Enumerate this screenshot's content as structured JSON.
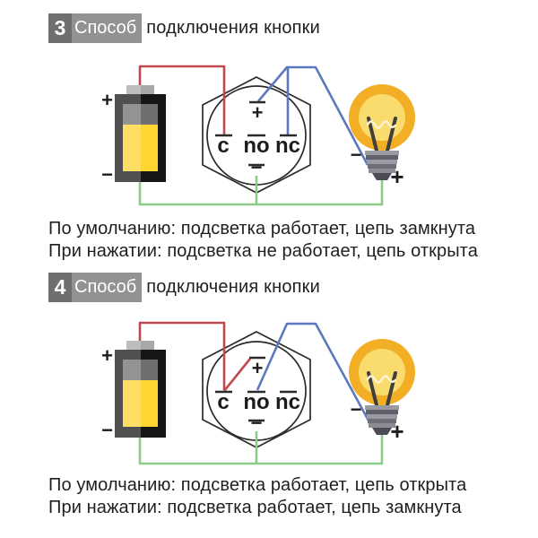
{
  "colors": {
    "wire_red": "#c2484f",
    "wire_green": "#8ecb8b",
    "wire_blue": "#5d78bf",
    "bulb_outer": "#f2ae24",
    "bulb_inner": "#fadc6e",
    "battery_yellow": "#ffd52f",
    "badge_number_bg": "#6f6f6f",
    "badge_word_bg": "#929292",
    "text": "#1f1f1f"
  },
  "method3": {
    "badge_number": "3",
    "badge_word": "Способ",
    "title_rest": "подключения кнопки",
    "captions": {
      "line1": "По умолчанию: подсветка работает, цепь замкнута",
      "line2": "При нажатии: подсветка не работает, цепь открыта"
    },
    "battery": {
      "plus": "+",
      "minus": "−"
    },
    "button": {
      "c": "c",
      "no": "no",
      "nc": "nc",
      "plus": "+",
      "minus": "−"
    },
    "bulb": {
      "minus": "−",
      "plus": "+"
    }
  },
  "method4": {
    "badge_number": "4",
    "badge_word": "Способ",
    "title_rest": "подключения кнопки",
    "captions": {
      "line1": "По умолчанию: подсветка работает, цепь открыта",
      "line2": "При нажатии: подсветка работает, цепь замкнута"
    },
    "battery": {
      "plus": "+",
      "minus": "−"
    },
    "button": {
      "c": "c",
      "no": "no",
      "nc": "nc",
      "plus": "+",
      "minus": "−"
    },
    "bulb": {
      "minus": "−",
      "plus": "+"
    }
  }
}
